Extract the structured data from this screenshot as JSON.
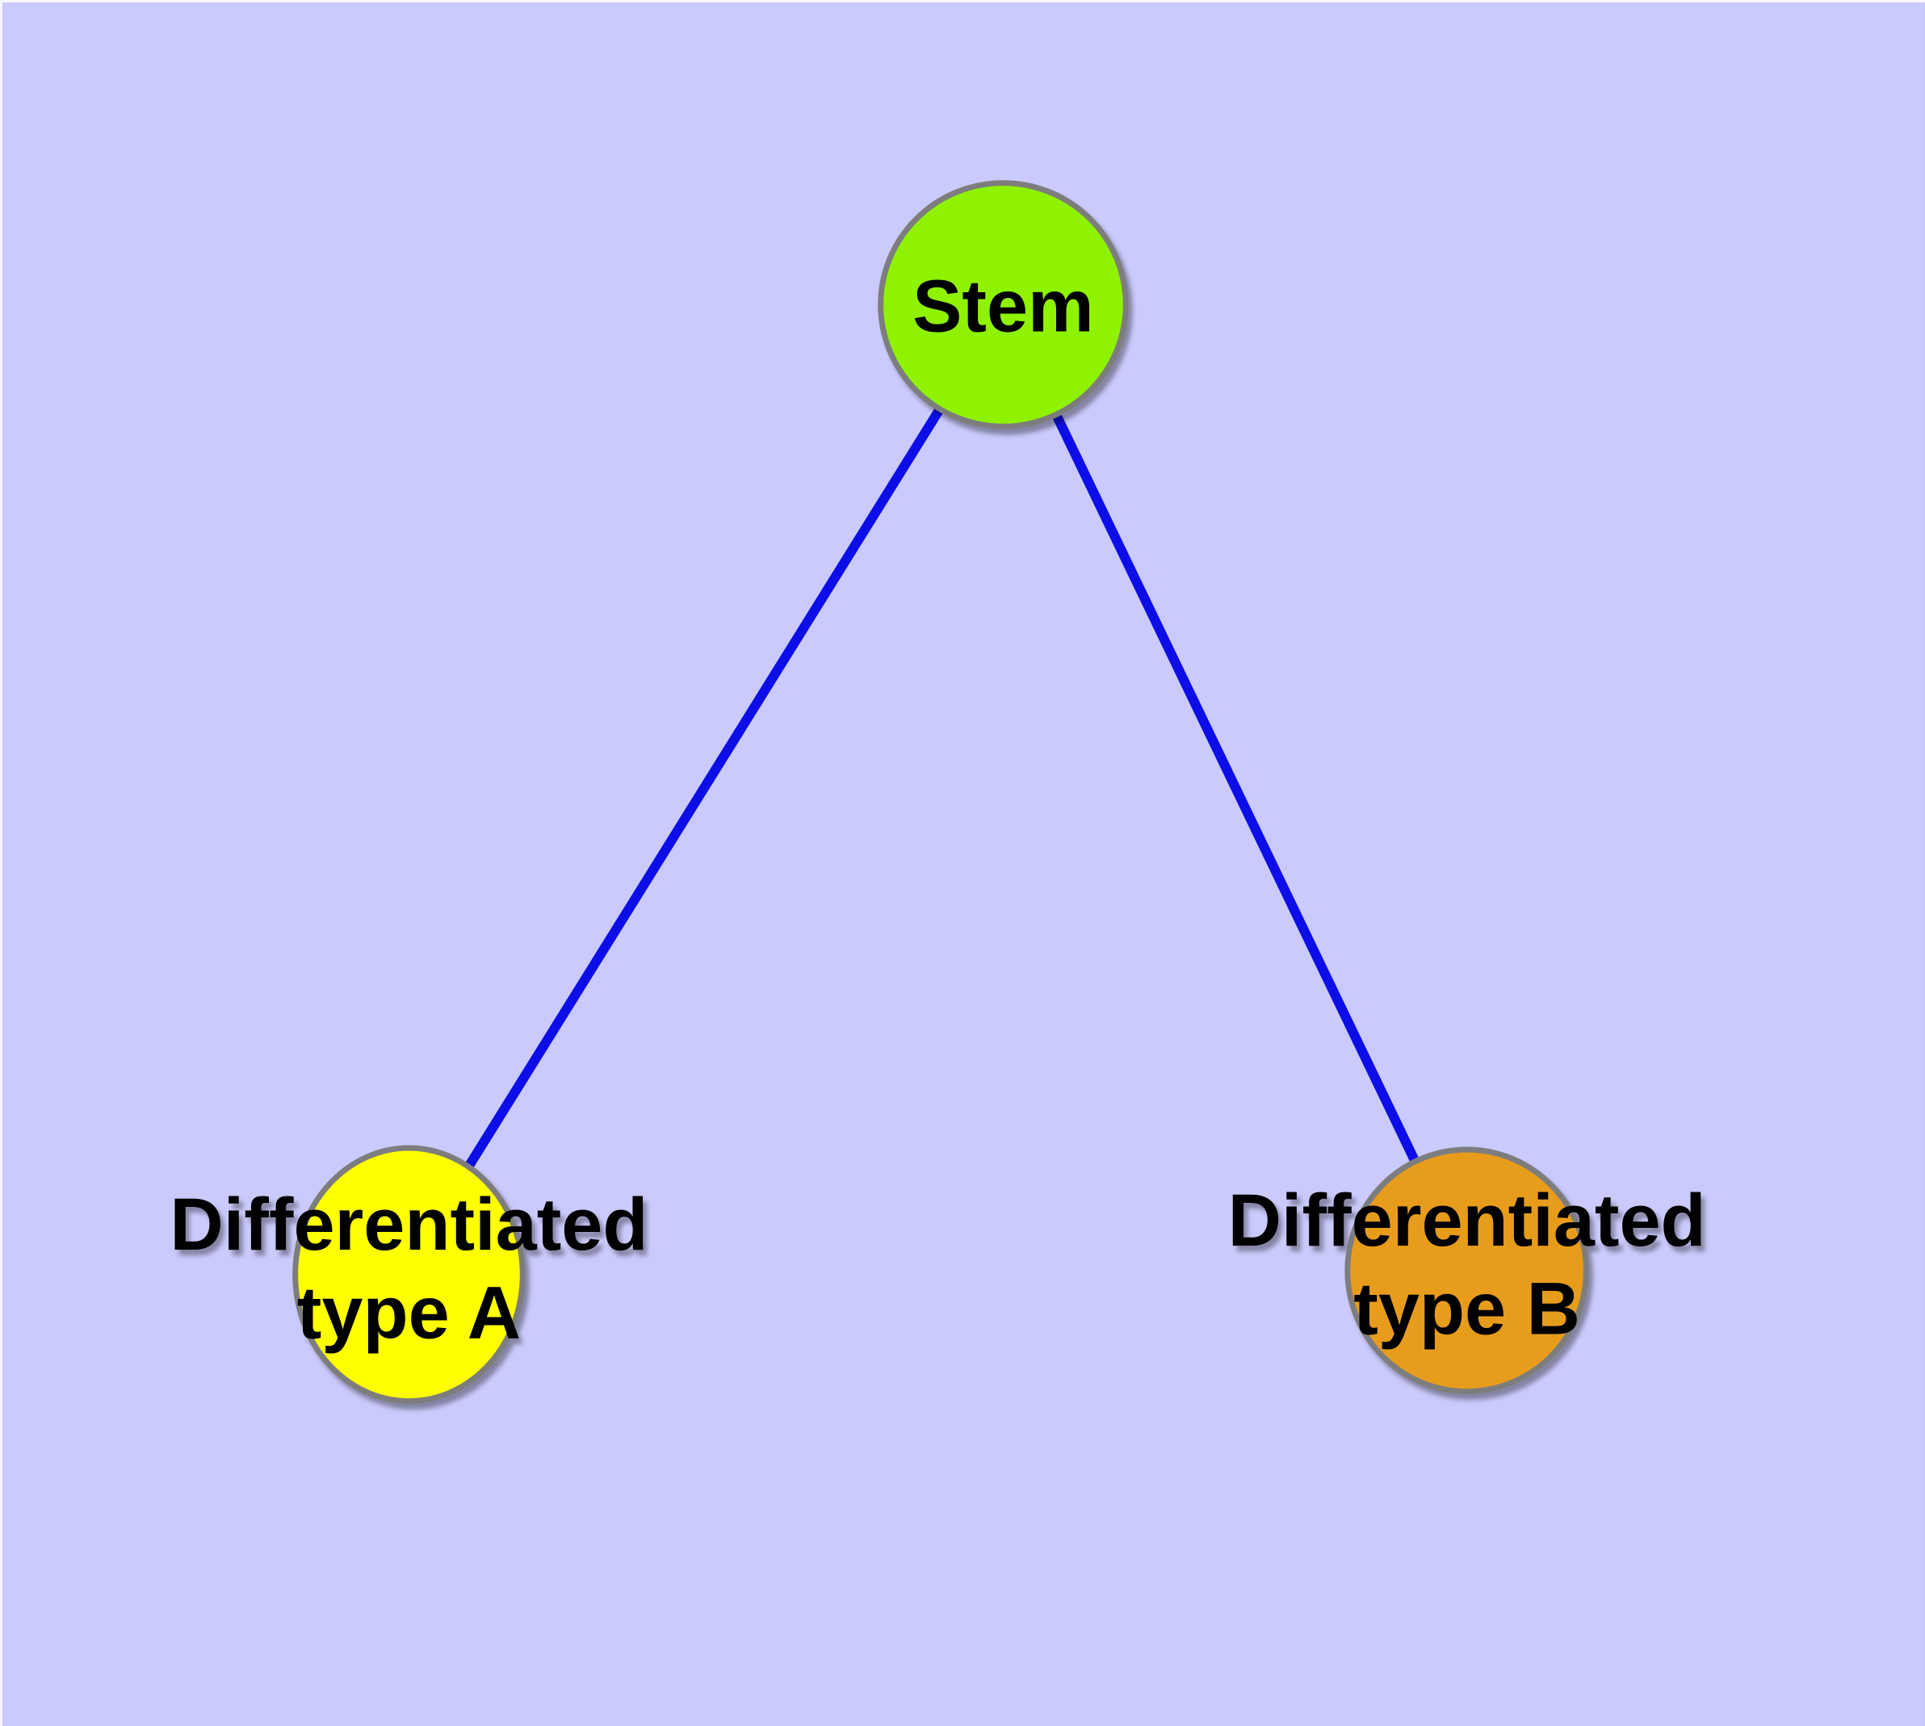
{
  "diagram": {
    "background_color": "#cacafc",
    "edge_color": "#0d0de8",
    "node_border_color": "#7d7d7d",
    "label_color": "#000000",
    "nodes": {
      "stem": {
        "label": "Stem",
        "fill_color": "#8ff303"
      },
      "type_a": {
        "label_line1": "Differentiated",
        "label_line2": "type A",
        "fill_color": "#ffff00"
      },
      "type_b": {
        "label_line1": "Differentiated",
        "label_line2": "type B",
        "fill_color": "#e89c1e"
      }
    },
    "edges": [
      {
        "from": "stem",
        "to": "type_a"
      },
      {
        "from": "stem",
        "to": "type_b"
      }
    ]
  }
}
